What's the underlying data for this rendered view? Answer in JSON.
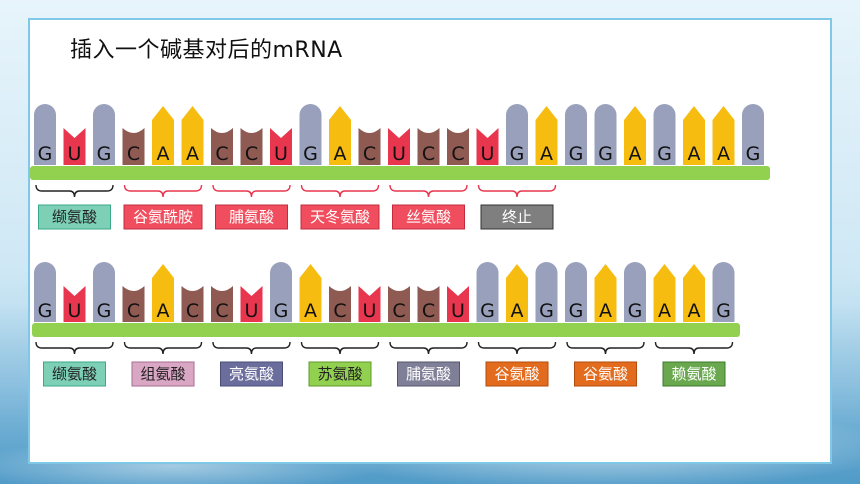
{
  "title": "插入一个碱基对后的mRNA",
  "colors": {
    "G": "#99a0bb",
    "U": "#e8364e",
    "C": "#8e5a52",
    "A": "#f6bd10",
    "rail": "#92d050"
  },
  "rows": [
    {
      "bases": [
        "G",
        "U",
        "G",
        "C",
        "A",
        "A",
        "C",
        "C",
        "U",
        "G",
        "A",
        "C",
        "U",
        "C",
        "C",
        "U",
        "G",
        "A",
        "G",
        "G",
        "A",
        "G",
        "A",
        "A",
        "G"
      ],
      "codons": [
        {
          "label": "缬氨酸",
          "fill": "#7dcfb6",
          "stroke": "#3aa98a",
          "text": "#222222",
          "brace": "#222222"
        },
        {
          "label": "谷氨酰胺",
          "fill": "#f04e5e",
          "stroke": "#c22c3c",
          "text": "#ffffff",
          "brace": "#e8364e"
        },
        {
          "label": "脯氨酸",
          "fill": "#f04e5e",
          "stroke": "#c22c3c",
          "text": "#ffffff",
          "brace": "#e8364e"
        },
        {
          "label": "天冬氨酸",
          "fill": "#f04e5e",
          "stroke": "#c22c3c",
          "text": "#ffffff",
          "brace": "#e8364e"
        },
        {
          "label": "丝氨酸",
          "fill": "#f04e5e",
          "stroke": "#c22c3c",
          "text": "#ffffff",
          "brace": "#e8364e"
        },
        {
          "label": "终止",
          "fill": "#7f7f7f",
          "stroke": "#333333",
          "text": "#ffffff",
          "brace": "#e8364e"
        }
      ]
    },
    {
      "bases": [
        "G",
        "U",
        "G",
        "C",
        "A",
        "C",
        "C",
        "U",
        "G",
        "A",
        "C",
        "U",
        "C",
        "C",
        "U",
        "G",
        "A",
        "G",
        "G",
        "A",
        "G",
        "A",
        "A",
        "G"
      ],
      "codons": [
        {
          "label": "缬氨酸",
          "fill": "#7dcfb6",
          "stroke": "#3aa98a",
          "text": "#222222",
          "brace": "#222222"
        },
        {
          "label": "组氨酸",
          "fill": "#d9a6c4",
          "stroke": "#a86e92",
          "text": "#222222",
          "brace": "#222222"
        },
        {
          "label": "亮氨酸",
          "fill": "#6b6e9c",
          "stroke": "#4a4d78",
          "text": "#ffffff",
          "brace": "#222222"
        },
        {
          "label": "苏氨酸",
          "fill": "#92d050",
          "stroke": "#5f9a2a",
          "text": "#222222",
          "brace": "#222222"
        },
        {
          "label": "脯氨酸",
          "fill": "#7f7f97",
          "stroke": "#55556b",
          "text": "#ffffff",
          "brace": "#222222"
        },
        {
          "label": "谷氨酸",
          "fill": "#e26b1e",
          "stroke": "#b14d0d",
          "text": "#ffffff",
          "brace": "#222222"
        },
        {
          "label": "谷氨酸",
          "fill": "#e26b1e",
          "stroke": "#b14d0d",
          "text": "#ffffff",
          "brace": "#222222"
        },
        {
          "label": "赖氨酸",
          "fill": "#6aa84f",
          "stroke": "#3f7a2c",
          "text": "#ffffff",
          "brace": "#222222"
        }
      ]
    }
  ]
}
